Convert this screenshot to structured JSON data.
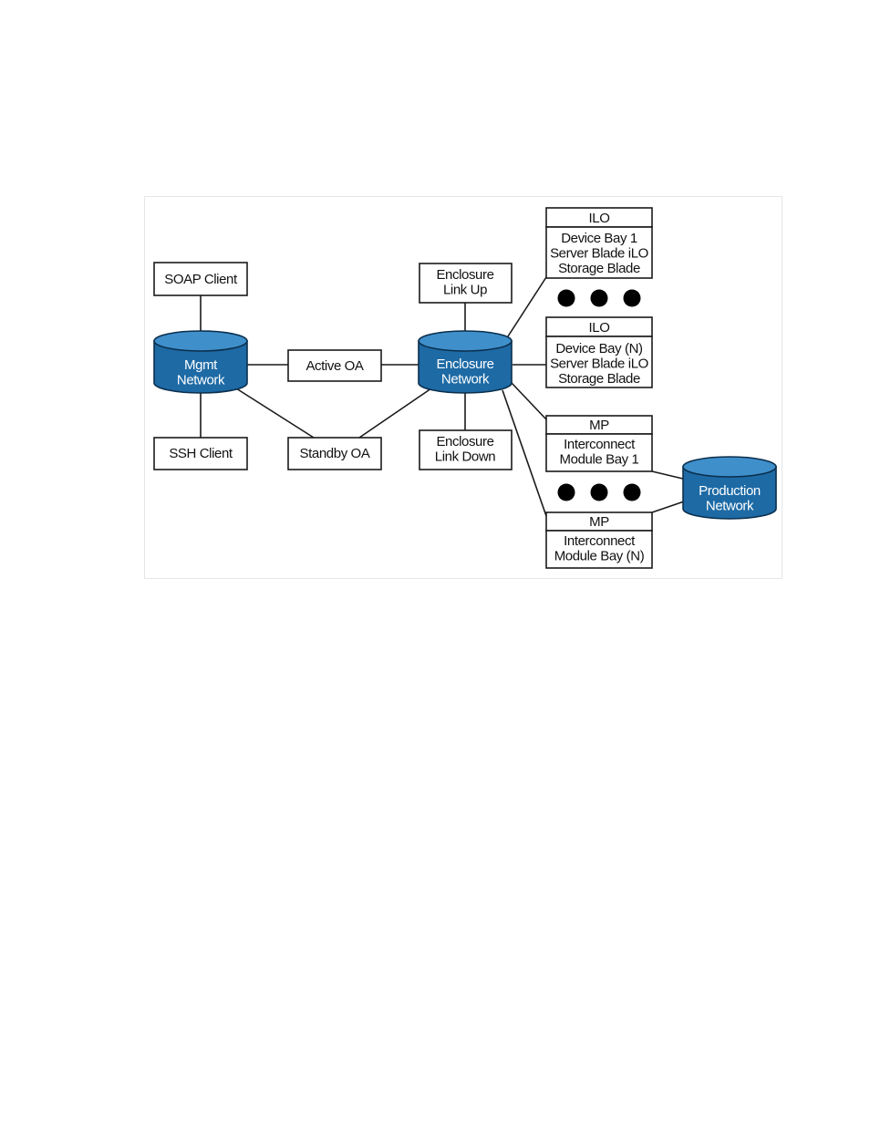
{
  "diagram": {
    "nodes": {
      "soap_client": [
        "SOAP Client"
      ],
      "ssh_client": [
        "SSH Client"
      ],
      "mgmt_network": [
        "Mgmt",
        "Network"
      ],
      "active_oa": [
        "Active OA"
      ],
      "standby_oa": [
        "Standby OA"
      ],
      "enclosure_network": [
        "Enclosure",
        "Network"
      ],
      "enclosure_link_up": [
        "Enclosure",
        "Link Up"
      ],
      "enclosure_link_down": [
        "Enclosure",
        "Link Down"
      ],
      "ilo_1_header": [
        "ILO"
      ],
      "ilo_1_body": [
        "Device Bay 1",
        "Server Blade iLO",
        "Storage Blade"
      ],
      "ilo_n_header": [
        "ILO"
      ],
      "ilo_n_body": [
        "Device Bay (N)",
        "Server Blade iLO",
        "Storage Blade"
      ],
      "mp_1_header": [
        "MP"
      ],
      "mp_1_body": [
        "Interconnect",
        "Module Bay 1"
      ],
      "mp_n_header": [
        "MP"
      ],
      "mp_n_body": [
        "Interconnect",
        "Module Bay (N)"
      ],
      "production_network": [
        "Production",
        "Network"
      ]
    }
  }
}
